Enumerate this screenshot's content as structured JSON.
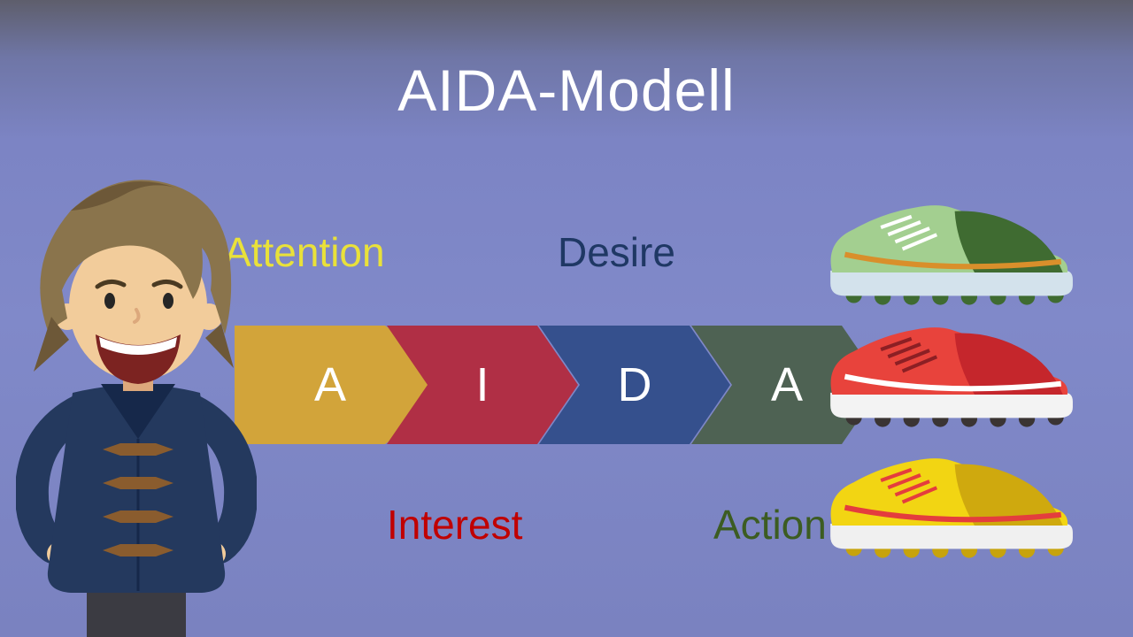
{
  "slide": {
    "title": "AIDA-Modell"
  },
  "colors": {
    "title": "#ffffff",
    "background_top": "#5e5e6c",
    "background_main": "#7e86c7"
  },
  "labels": {
    "attention": {
      "text": "Attention",
      "color": "#e9e13a"
    },
    "desire": {
      "text": "Desire",
      "color": "#1f3864"
    },
    "interest": {
      "text": "Interest",
      "color": "#c00000"
    },
    "action": {
      "text": "Action",
      "color": "#3c5c22"
    }
  },
  "chevrons": [
    {
      "letter": "A",
      "color": "#d2a43a"
    },
    {
      "letter": "I",
      "color": "#b02f45"
    },
    {
      "letter": "D",
      "color": "#35508d"
    },
    {
      "letter": "A",
      "color": "#4e6253"
    }
  ],
  "character": {
    "hair": "#8a744c",
    "hair_dark": "#6d5838",
    "skin": "#f2cc9b",
    "skin_shadow": "#dca87c",
    "coat": "#24395e",
    "coat_dark": "#16284a",
    "toggle": "#8a5c2e",
    "pants": "#3b3b42",
    "mouth": "#7c2321",
    "teeth": "#ffffff"
  },
  "shoes": [
    {
      "name": "green sneaker",
      "body": "#a3cf90",
      "accent": "#3f6b31",
      "stripe": "#d98f2b",
      "sole": "#d3e2ec",
      "tread": "#3f6b31",
      "laces": "#ffffff"
    },
    {
      "name": "red sneaker",
      "body": "#e8433c",
      "accent": "#c5262c",
      "stripe": "#ffffff",
      "sole": "#f3f3f3",
      "tread": "#3a3433",
      "laces": "#8c1f24"
    },
    {
      "name": "yellow sneaker",
      "body": "#f2d513",
      "accent": "#cfa90e",
      "stripe": "#e43d3d",
      "sole": "#f0f0f0",
      "tread": "#c7a30c",
      "laces": "#e43d3d"
    }
  ]
}
